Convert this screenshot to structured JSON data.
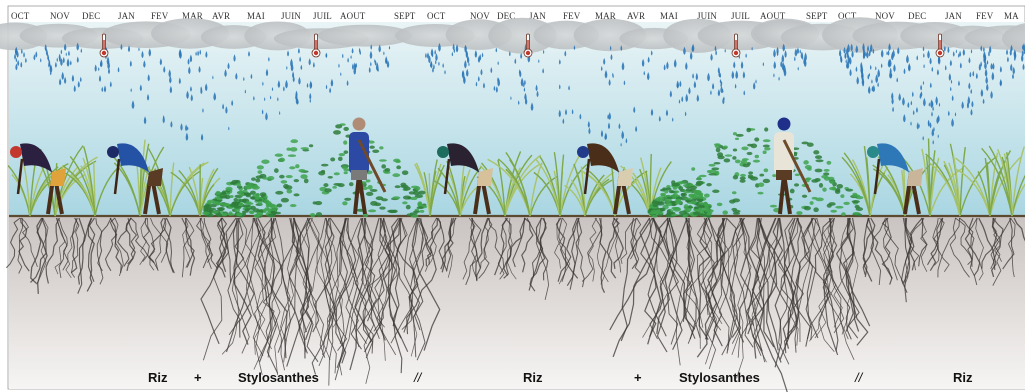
{
  "months": [
    "OCT",
    "NOV",
    "DEC",
    "JAN",
    "FEV",
    "MAR",
    "AVR",
    "MAI",
    "JUIN",
    "JUIL",
    "AOUT",
    "SEPT",
    "OCT",
    "NOV",
    "DEC",
    "JAN",
    "FEV",
    "MAR",
    "AVR",
    "MAI",
    "JUIN",
    "JUIL",
    "AOUT",
    "SEPT",
    "OCT",
    "NOV",
    "DEC",
    "JAN",
    "FEV",
    "MA"
  ],
  "captions": {
    "c1": "Riz",
    "c2": "+",
    "c3": "Stylosanthes",
    "c4": "//",
    "c5": "Riz",
    "c6": "+",
    "c7": "Stylosanthes",
    "c8": "//",
    "c9": "Riz"
  },
  "colors": {
    "sky": "#cfe8ef",
    "rain": "#2f78b8",
    "cloud": "#bfc3c5",
    "soil": "#dcd6d3",
    "stylosanthes": "#3fa34d",
    "rice": "#a9c46a",
    "roots": "#3a3533"
  }
}
